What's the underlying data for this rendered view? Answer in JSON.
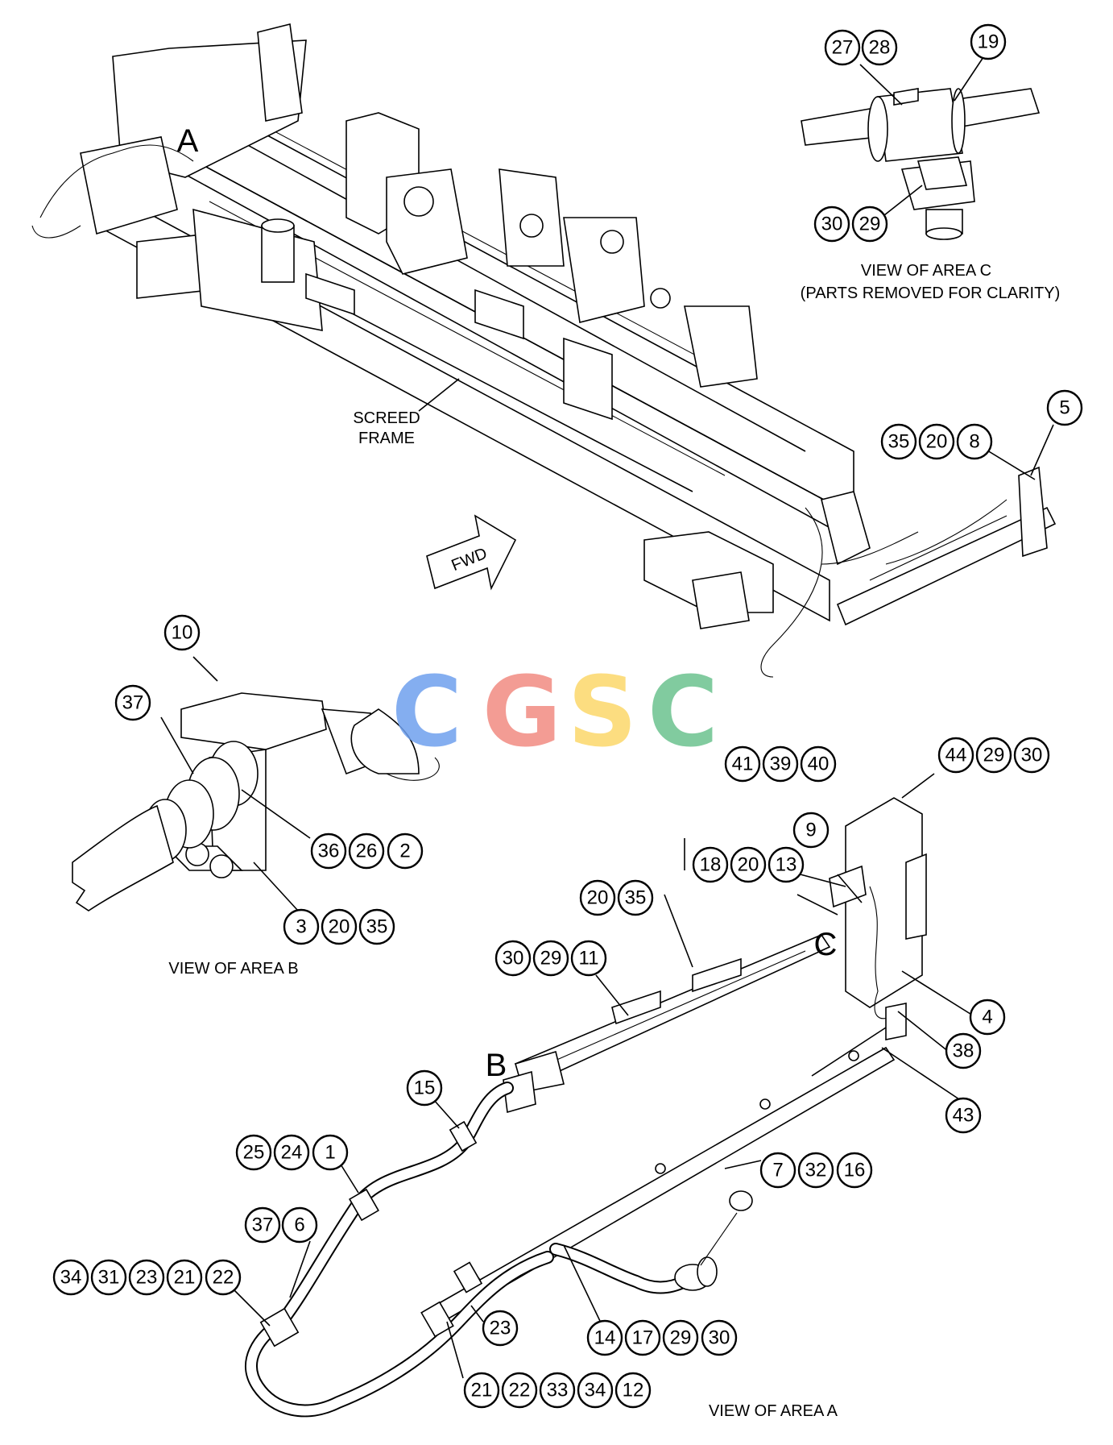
{
  "labels": {
    "area_a": "A",
    "area_b": "B",
    "area_c": "C",
    "screed_frame_line1": "SCREED",
    "screed_frame_line2": "FRAME",
    "fwd": "FWD",
    "view_c_line1": "VIEW OF AREA C",
    "view_c_line2": "(PARTS REMOVED FOR CLARITY)",
    "view_b": "VIEW OF AREA B",
    "view_a": "VIEW OF AREA A"
  },
  "watermark": {
    "letters": [
      "C",
      "G",
      "S",
      "C"
    ],
    "colors": [
      "#6fa0ee",
      "#f28b82",
      "#fcd86a",
      "#6cc28f"
    ]
  },
  "callouts": {
    "v27": "27",
    "v28": "28",
    "v19": "19",
    "v30a": "30",
    "v29a": "29",
    "v5": "5",
    "v35a": "35",
    "v20a": "20",
    "v8": "8",
    "v10": "10",
    "v37a": "37",
    "v36": "36",
    "v26": "26",
    "v2": "2",
    "v3": "3",
    "v20b": "20",
    "v35b": "35",
    "v41": "41",
    "v39": "39",
    "v40": "40",
    "v44": "44",
    "v29b": "29",
    "v30b": "30",
    "v9": "9",
    "v18": "18",
    "v20c": "20",
    "v13": "13",
    "v20d": "20",
    "v35c": "35",
    "v30c": "30",
    "v29c": "29",
    "v11": "11",
    "v4": "4",
    "v38": "38",
    "v43": "43",
    "v15": "15",
    "v25": "25",
    "v24": "24",
    "v1": "1",
    "v37b": "37",
    "v6": "6",
    "v7": "7",
    "v32": "32",
    "v16": "16",
    "v34a": "34",
    "v31": "31",
    "v23a": "23",
    "v21a": "21",
    "v22a": "22",
    "v23b": "23",
    "v14": "14",
    "v17": "17",
    "v29d": "29",
    "v30d": "30",
    "v21b": "21",
    "v22b": "22",
    "v33": "33",
    "v34b": "34",
    "v12": "12"
  }
}
